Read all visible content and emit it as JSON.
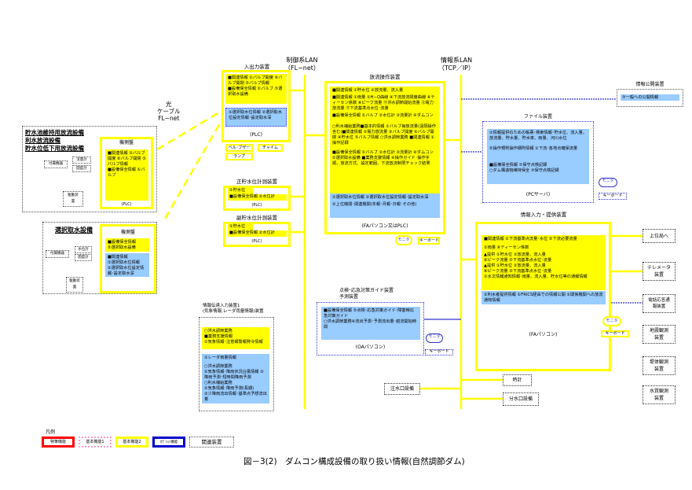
{
  "title": "図－3(2)　ダムコン構成設備の取り扱い情報(自然調節ダム)",
  "lan": {
    "control": {
      "name": "制御系LAN",
      "protocol": "（FL−net）"
    },
    "info": {
      "name": "情報系LAN",
      "protocol": "（TCP／IP）"
    },
    "optical": {
      "l1": "光",
      "l2": "ケーブル",
      "l3": "FL−net"
    }
  },
  "discharge_facility": {
    "titles": [
      "貯水池維持用放流設備",
      "利水放流設備",
      "貯水位低下用放流設備"
    ],
    "panel_title": "機側盤",
    "panel_text": "■関連情報 ③バルブ開度 ⑥バルブ開閉 ⑤バルブ情報\n■設備保全情報 ①バルブ",
    "panel_type": "(PLC)",
    "devices": {
      "flowmeter": "流量計",
      "opening": "開度計",
      "accessory": "付属機器",
      "drive": "駆動装置"
    }
  },
  "intake_facility": {
    "title": "選択取水設備",
    "panel_title": "機側盤",
    "yellow_text": "■設備保全情報\n⑤選択取水設備",
    "blue_text": "■関連情報\n①選択取水位情報\n②選択取水位設定情報･設定取水深",
    "devices": {
      "level": "水位計",
      "opening": "開度計",
      "accessory": "付属機器",
      "drive": "駆動装置"
    }
  },
  "io_device": {
    "title": "入出力装置",
    "yellow_text": "■関連情報 ①バルブ開度 ⑥バルブ開閉 ⑤バルブ情報\n■設備保全情報 ①バルブ ⑤選択取水設備",
    "blue_text": "①選択取水位情報 ②選択取水位設定情報･設定取水深",
    "type": "(PLC)",
    "bell": "ベル･ブザー",
    "chime": "チャイム",
    "lamp": "ランプ"
  },
  "level_main": {
    "title": "正貯水位計測装置",
    "l1": "①貯水位",
    "l2": "■設備保全情報 ②水位計",
    "type": "(PLC)"
  },
  "level_sub": {
    "title": "副貯水位計測装置",
    "l1": "①貯水位",
    "l2": "■設備保全情報 ②水位計",
    "type": "(PLC)"
  },
  "discharge_operation": {
    "title": "放流操作装置",
    "yellow_paragraphs": [
      "■関連情報 ①貯水位 ②放流量、流入量",
      "■関連情報 ①雨量 ②H−Q曲線 ④下流放流閉度曲線 ⑥ティーセン係数 ⑧ピーク流量 ⑪洪水調節開始流量 ⑫電力放流量 ⑪下流基準点水位･流量",
      "■設備保全情報 ①バルブ ②水位計 ③流量計 ④ダムコン",
      "○利水補給業務■基本的情報 ①バルブ毎放流量(遠隔操作含む)■関連情報 ②電力放流量 ③バルブ開度 ⑥バルブ開閉 ④貯水位 ⑤バルブ情報 ○洪水調節業務 ■関連情報 ①操作記録",
      "■設備保全情報 ①バルブ ②水位計 ③流量計 ④ダムコン ⑤選択取水設備 ■業務支援情報 ④操作ガイド･操作手順、放流方式、設定範囲、下流放流制限チェック結果"
    ],
    "blue_paragraphs": [
      "①選択取水位情報 ②選択取水位設定情報･設定取水深",
      "②上位機関･関連機関(年報･月報･日報･その他)"
    ],
    "type": "(FAパソコン又はPLC)",
    "monitor": "モニタ",
    "keyboard": "キーボード"
  },
  "file_device": {
    "title": "ファイル装置",
    "paragraphs": [
      "①情報提供のための帳票･検索情報･貯水位、流入量、放流量、貯水量、貯水率、雨量、河川水位",
      "⑤操作規則操作細則情報 ①下流･各地点確保流量",
      "■設備保全情報 ⑦保守点検記録\n○ダム構造物維持保全 ⑦保守点検記録"
    ],
    "type": "(PCサーバ)",
    "monitor": "モニタ",
    "keyboard": "キーボード"
  },
  "public_info": {
    "title": "情報公開装置",
    "text": "⑦一般への公開情報"
  },
  "info_io": {
    "title": "情報入力・提供装置",
    "yellow_paragraphs": [
      "■関連情報 ①下流基準点流量･水位 ⑤下流必要流量",
      "①雨量 ⑥ティーセン係数",
      "▲提供 ①貯水位 ②放流量、流入量\n⑧ピーク流量 ⑤下流基準点水位･流量\n▲提供 ①貯水位 ②放流量、流入量\n⑧ピーク流量 ⑤下流基準点水位･流量\n①水文情報通知情報･雨量、流入量、貯水位等の通報情報"
    ],
    "blue_text": "①利水者提供情報 ①FRICS経由での情報公開 ①関係機関への放流通知情報",
    "type": "(FAパソコン)",
    "monitor": "モニタ",
    "keyboard": "キーボード"
  },
  "inspection": {
    "title1": "点検･応急対策ガイド装置",
    "title2": "予測装置",
    "text": "■設備保全情報 ⑤点検･応急対策ガイド･障害時応急対策ガイド\n○洪水調節業務④流出予測･予測流出量･越流開始時間",
    "type": "(OAパソコン)",
    "monitor": "モニタ",
    "keyboard": "キーボード"
  },
  "weather_input": {
    "title1": "情報伝達入力装置1",
    "title2": "(気象情報,レーダ雨量情報)装置",
    "yellow_text": "○洪水調節業務\n■業務支援情報\n②気象情報･注意報警報発令情報",
    "blue_paragraphs": [
      "①レーダ雨量情報",
      "○洪水調節業務\n②気象情報･降雨状況台風情報 ③降雨予測･短時間降雨予測\n○利水補給業務\n②気象情報･降雨予測(長期)\n③少降雨流出情報･基準点予想流出量"
    ]
  },
  "related_devices": {
    "upper": "上位局へ",
    "telemeter": "テレメータ\n装置",
    "phone": "電話応答通\n報装置",
    "seismic": "地震観測\n装置",
    "embankment": "堤体観測\n装置",
    "water_quality": "水質観測\n装置",
    "clock": "時計",
    "inlet": "注水口設備",
    "outlet": "分水口設備"
  },
  "legend": {
    "title": "凡例",
    "items": [
      {
        "label": "特筆機能",
        "color": "#ff0000"
      },
      {
        "label": "基本機能1",
        "color": "#ff99cc"
      },
      {
        "label": "基本機能2",
        "color": "#ffff00"
      },
      {
        "label": "ｵﾌﾟｼｮﾝ機能",
        "color": "#0000cc"
      },
      {
        "label": "関連装置",
        "color": "#555555"
      }
    ]
  },
  "colors": {
    "yellow": "#ffff00",
    "blue_fill": "#99ccff",
    "blue_line": "#3333cc"
  }
}
